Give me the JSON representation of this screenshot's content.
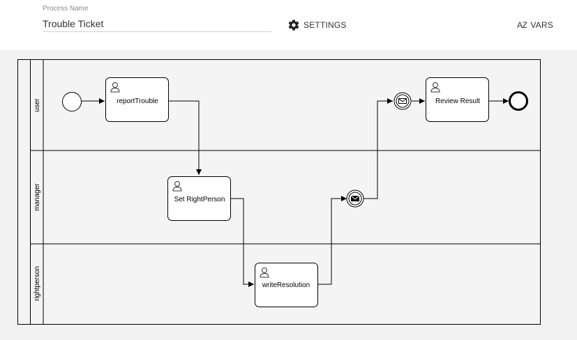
{
  "header": {
    "process_name_label": "Process Name",
    "process_name_value": "Trouble Ticket",
    "settings_label": "SETTINGS",
    "vars_icon_text": "AZ",
    "vars_label": "VARS"
  },
  "diagram": {
    "lanes": [
      {
        "id": "user",
        "label": "user"
      },
      {
        "id": "manager",
        "label": "manager"
      },
      {
        "id": "rightperson",
        "label": "rightperson"
      }
    ],
    "tasks": [
      {
        "id": "reportTrouble",
        "label": "reportTrouble"
      },
      {
        "id": "setRightPerson",
        "label": "Set RightPerson"
      },
      {
        "id": "writeResolution",
        "label": "writeResolution"
      },
      {
        "id": "reviewResult",
        "label": "Review Result"
      }
    ],
    "events": [
      {
        "id": "start",
        "type": "start"
      },
      {
        "id": "sendMessage",
        "type": "intermediate-throw-message"
      },
      {
        "id": "catchMessage",
        "type": "intermediate-catch-message"
      },
      {
        "id": "end",
        "type": "end"
      }
    ]
  }
}
